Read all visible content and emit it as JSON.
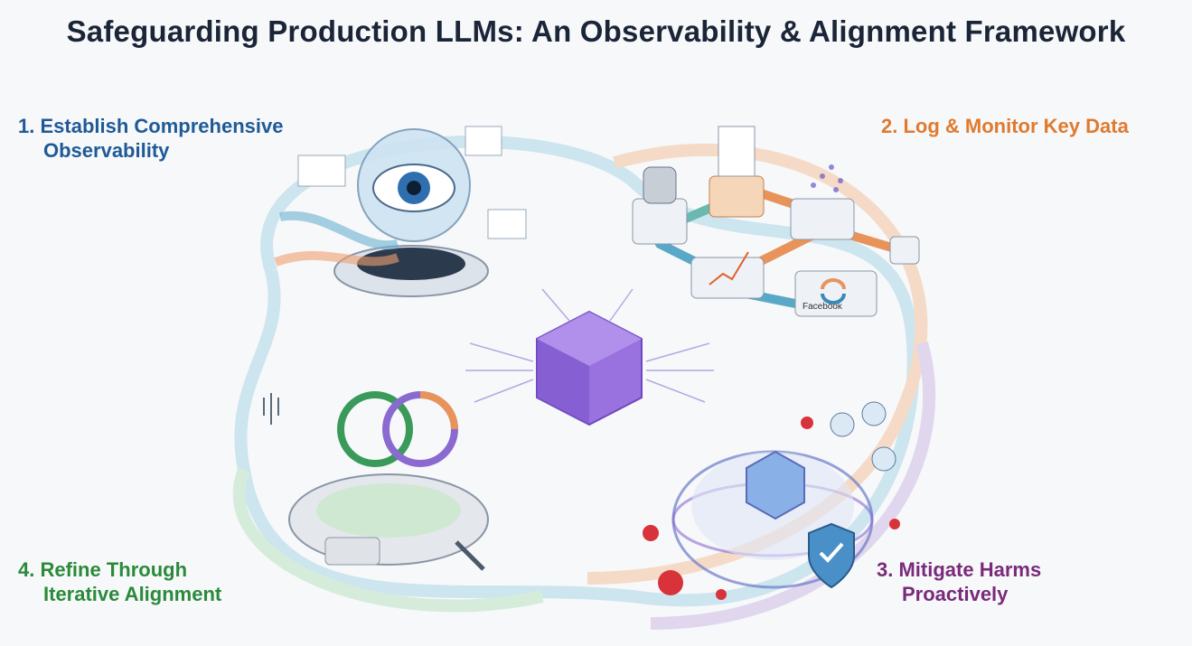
{
  "title": "Safeguarding Production LLMs: An Observability & Alignment Framework",
  "steps": [
    {
      "number": "1.",
      "line1": "Establish Comprehensive",
      "line2": "Observability",
      "color": "#1f5a96"
    },
    {
      "number": "2.",
      "line1": "Log & Monitor Key Data",
      "line2": "",
      "color": "#e07a2e"
    },
    {
      "number": "3.",
      "line1": "Mitigate Harms",
      "line2": "Proactively",
      "color": "#7a2a7a"
    },
    {
      "number": "4.",
      "line1": "Refine Through",
      "line2": "Iterative Alignment",
      "color": "#2a8a3a"
    }
  ],
  "labels": {
    "node_label": "Facebook"
  },
  "colors": {
    "title": "#1b2538",
    "core": "#8a5cd6",
    "background": "#f7f8fa"
  }
}
